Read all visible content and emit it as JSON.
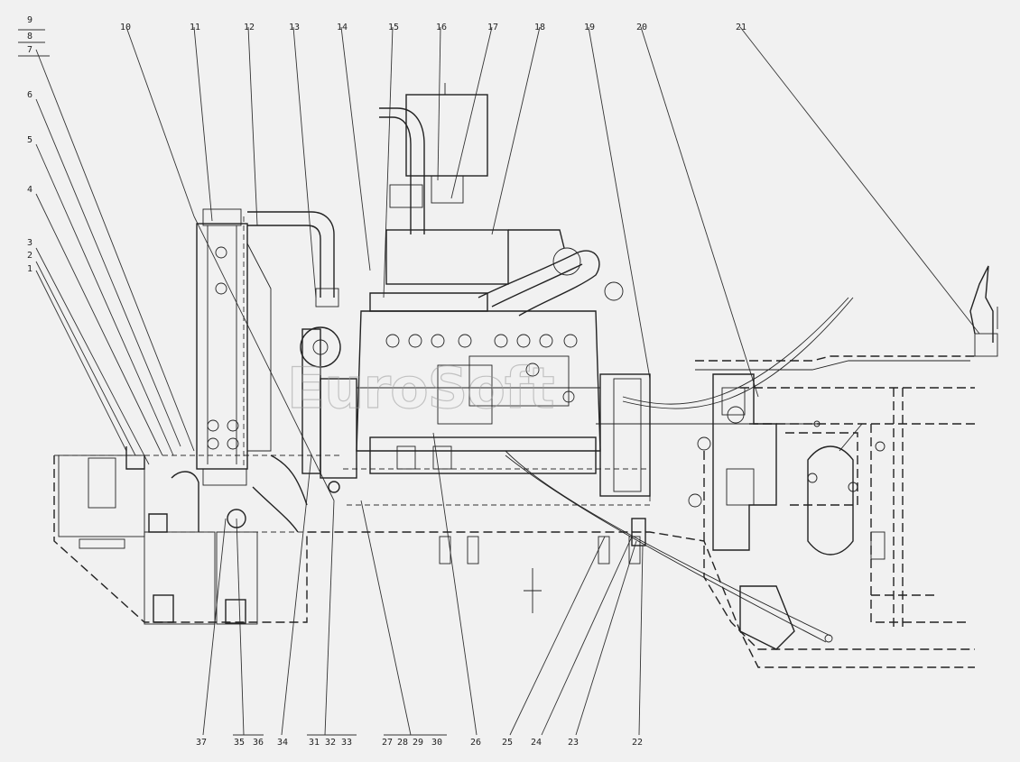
{
  "watermark": "EuroSoft",
  "callouts_top": [
    "9",
    "8",
    "7",
    "6",
    "5",
    "4",
    "3",
    "2",
    "1",
    "10",
    "11",
    "12",
    "13",
    "14",
    "15",
    "16",
    "17",
    "18",
    "19",
    "20",
    "21"
  ],
  "callouts_bottom": [
    "37",
    "35",
    "36",
    "34",
    "31",
    "32",
    "33",
    "27",
    "28",
    "29",
    "30",
    "26",
    "25",
    "24",
    "23",
    "22"
  ],
  "colors": {
    "background": "#f1f1f1",
    "line": "#222222",
    "watermark": "#9a9a9a"
  }
}
